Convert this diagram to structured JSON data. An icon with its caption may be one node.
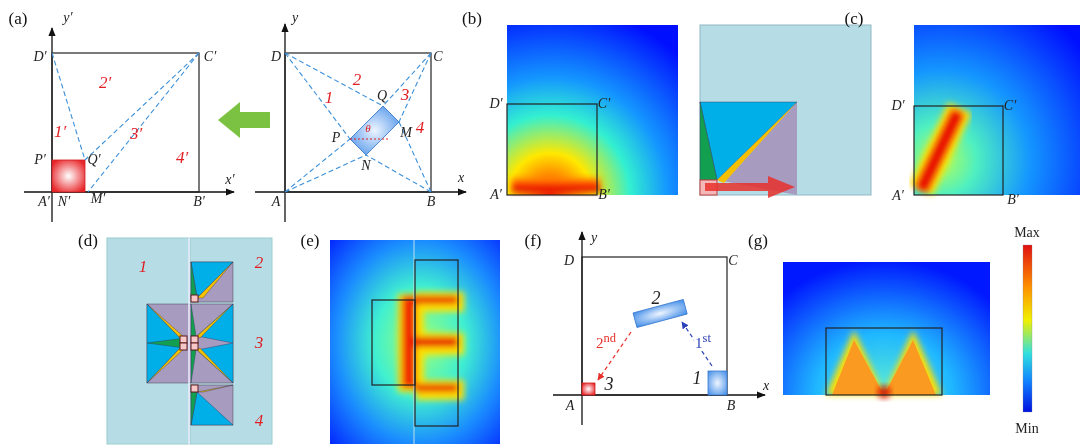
{
  "diagram": {
    "nodes": [
      {
        "text": [
          "2"
        ]
      },
      {
        "text": [
          "1"
        ]
      },
      {
        "text": [
          "3"
        ]
      }
    ],
    "edges": [
      {
        "from": 1,
        "to": 0,
        "arrow": "to",
        "label": "1$^{st}$",
        "style": "dashed",
        "color": "#2a3fb8"
      },
      {
        "from": 0,
        "to": 2,
        "arrow": "to",
        "label": "2$^{nd}$",
        "style": "dashed",
        "color": "#e8302a"
      }
    ],
    "labels": [
      "(a)",
      "y′",
      "D′",
      "C′",
      "2′",
      "1′",
      "3′",
      "P′",
      "Q′",
      "4′",
      "x′",
      "A′",
      "N′",
      "M′",
      "B′",
      "y",
      "D",
      "C",
      "2",
      "1",
      "Q",
      "3",
      "θ",
      "P",
      "M",
      "4",
      "N",
      "x",
      "A",
      "B",
      "(b)",
      "D′",
      "C′",
      "A′",
      "B′",
      "(c)",
      "D′",
      "C′",
      "A′",
      "B′",
      "(d)",
      "1",
      "2",
      "3",
      "4",
      "(e)",
      "(f)",
      "y",
      "D",
      "C",
      "x",
      "A",
      "B",
      "(g)",
      "Max",
      "Min"
    ]
  }
}
